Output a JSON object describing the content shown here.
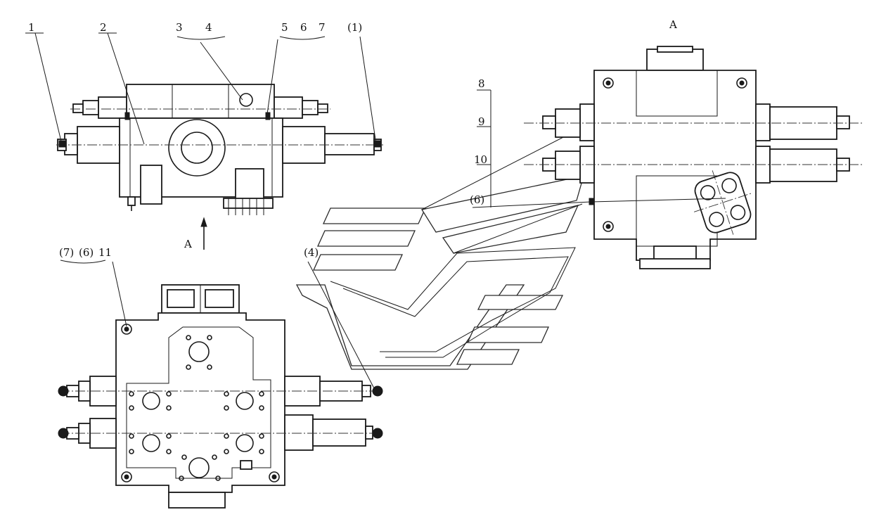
{
  "labels": {
    "l1": "1",
    "l2": "2",
    "l3": "3",
    "l4": "4",
    "l5": "5",
    "l6": "6",
    "l7": "7",
    "l1p": "(1)",
    "view_a_top": "A",
    "view_a_arrow": "A",
    "l7p": "(7)",
    "l6p": "(6)",
    "l11": "11",
    "l4p": "(4)",
    "l8": "8",
    "l9": "9",
    "l10": "10",
    "l6p_right": "(6)"
  }
}
